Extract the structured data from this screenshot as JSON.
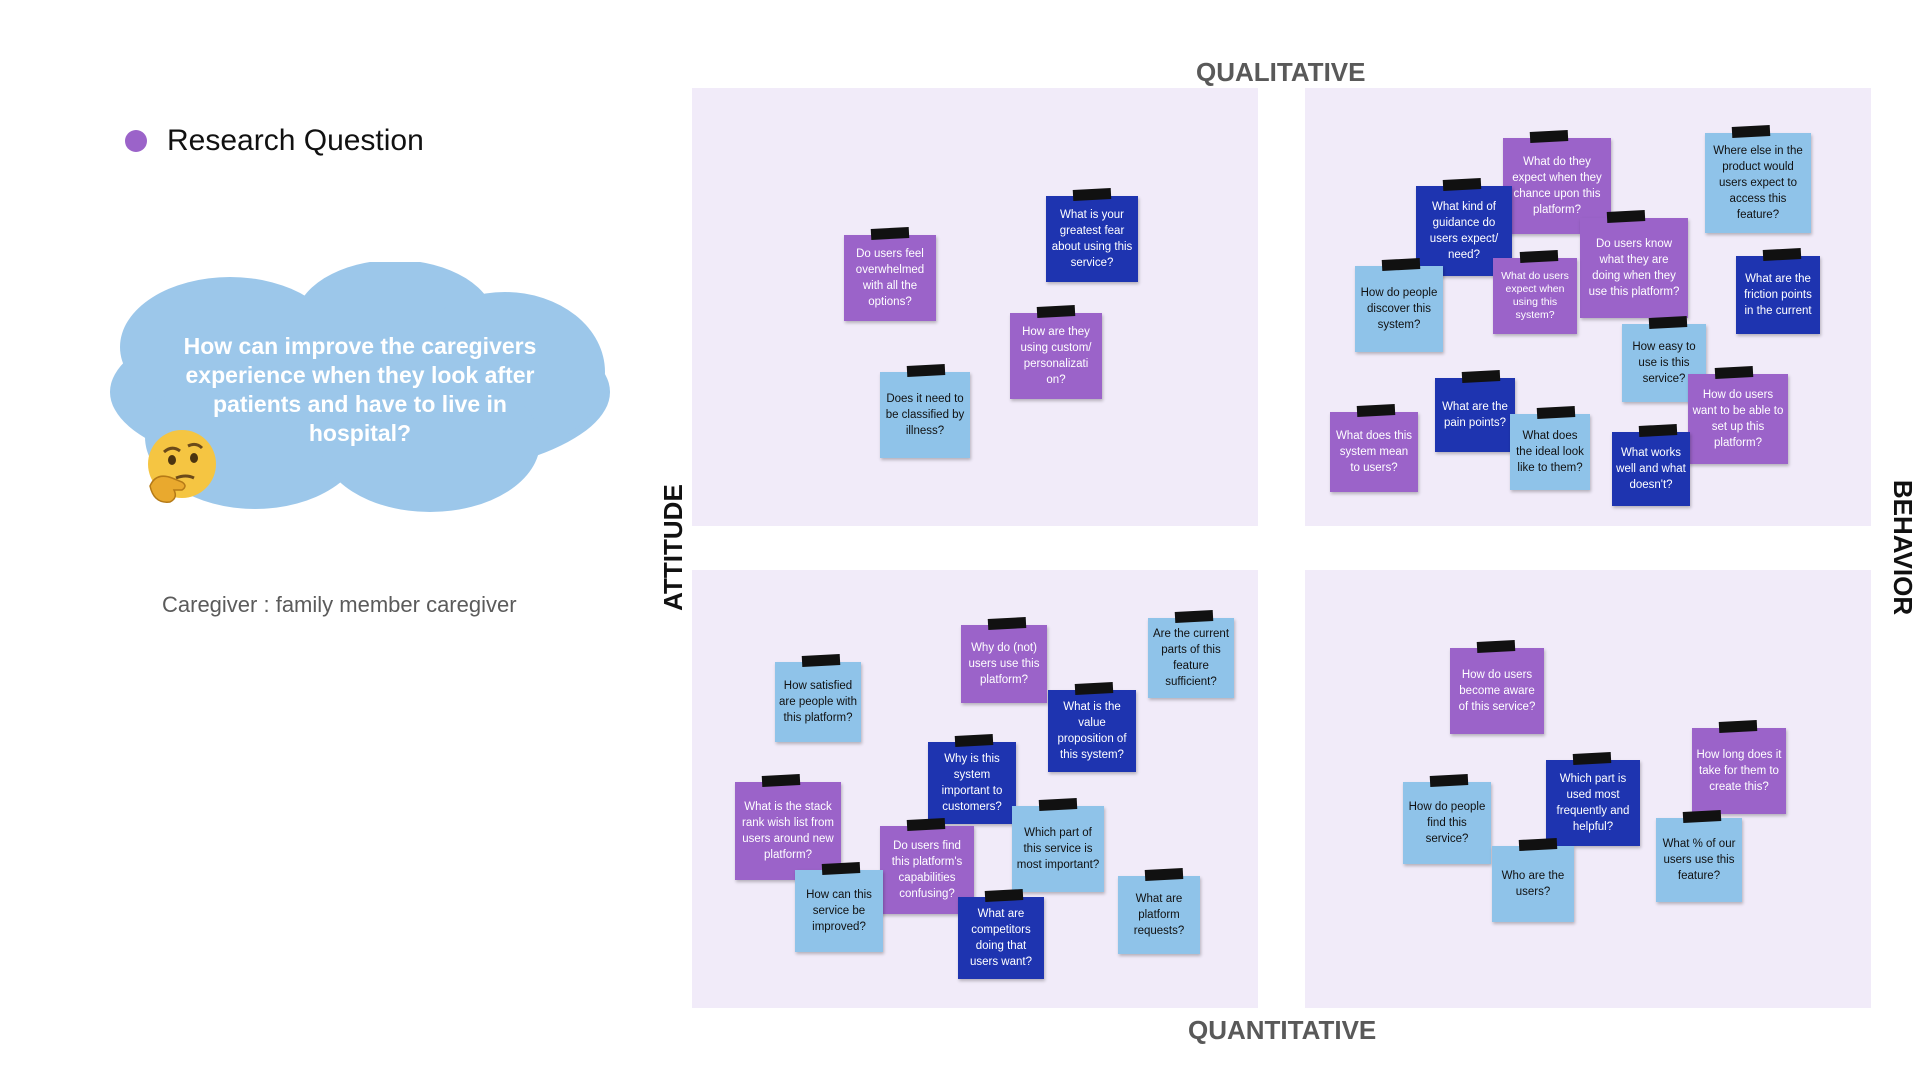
{
  "legend": {
    "label": "Research Question",
    "color": "#9b63c9"
  },
  "cloud": {
    "text": "How can improve the caregivers experience when they look after patients and have to live in hospital?",
    "color": "#9cc7ea",
    "emoji_icon": "thinking-face-icon"
  },
  "caregiver_note": "Caregiver : family member caregiver",
  "axes": {
    "top": "QUALITATIVE",
    "bottom": "QUANTITATIVE",
    "left": "ATTITUDE",
    "right": "BEHAVIOR"
  },
  "colors": {
    "purple": "#9b63c9",
    "dark": "#1e34b0",
    "light": "#8fc3e9",
    "quadrant_bg": "#f1ebf9"
  },
  "notes": {
    "tl": [
      {
        "text": "Do users feel overwhelmed with all the options?",
        "color": "purple"
      },
      {
        "text": "What is your greatest fear about using this service?",
        "color": "dark"
      },
      {
        "text": "How are they using custom/ personalizati on?",
        "color": "purple"
      },
      {
        "text": "Does it need to be classified by illness?",
        "color": "light"
      }
    ],
    "tr": [
      {
        "text": "What do they expect when they chance upon this platform?",
        "color": "purple"
      },
      {
        "text": "Where else in the product would users expect to access this feature?",
        "color": "light"
      },
      {
        "text": "What kind of guidance do users expect/ need?",
        "color": "dark"
      },
      {
        "text": "Do users know what they are doing when they use this platform?",
        "color": "purple"
      },
      {
        "text": "What do users expect when using this system?",
        "color": "purple"
      },
      {
        "text": "How do people discover this system?",
        "color": "light"
      },
      {
        "text": "What are the friction points in the current",
        "color": "dark"
      },
      {
        "text": "How easy to use is this service?",
        "color": "light"
      },
      {
        "text": "How do users want to be able to set up this platform?",
        "color": "purple"
      },
      {
        "text": "What are the pain points?",
        "color": "dark"
      },
      {
        "text": "What does this system mean to users?",
        "color": "purple"
      },
      {
        "text": "What does the ideal look like to them?",
        "color": "light"
      },
      {
        "text": "What works well and what doesn't?",
        "color": "dark"
      }
    ],
    "bl": [
      {
        "text": "How satisfied are people with this platform?",
        "color": "light"
      },
      {
        "text": "Why do (not) users use this platform?",
        "color": "purple"
      },
      {
        "text": "Are the current parts of this feature sufficient?",
        "color": "light"
      },
      {
        "text": "What is the value proposition of this system?",
        "color": "dark"
      },
      {
        "text": "Why is this system important to customers?",
        "color": "dark"
      },
      {
        "text": "What is the stack rank wish list from users around new platform?",
        "color": "purple"
      },
      {
        "text": "Do users find this platform's capabilities confusing?",
        "color": "purple"
      },
      {
        "text": "Which part of this service is most important?",
        "color": "light"
      },
      {
        "text": "How can this service be improved?",
        "color": "light"
      },
      {
        "text": "What are competitors doing that users want?",
        "color": "dark"
      },
      {
        "text": "What are platform requests?",
        "color": "light"
      }
    ],
    "br": [
      {
        "text": "How do users become aware of this service?",
        "color": "purple"
      },
      {
        "text": "How long does it take for them to create this?",
        "color": "purple"
      },
      {
        "text": "Which part is used most frequently and helpful?",
        "color": "dark"
      },
      {
        "text": "How do people find this service?",
        "color": "light"
      },
      {
        "text": "What % of our users use this feature?",
        "color": "light"
      },
      {
        "text": "Who are the users?",
        "color": "light"
      }
    ]
  }
}
